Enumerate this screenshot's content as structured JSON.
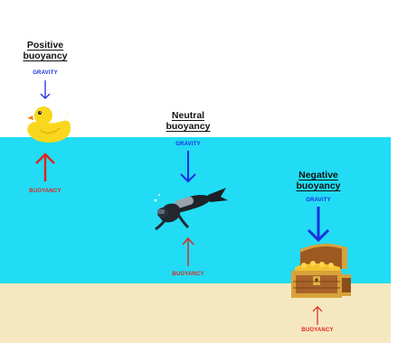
{
  "colors": {
    "water": "#21dcf4",
    "sand": "#f5e8c1",
    "gravity": "#1a2fe0",
    "buoyancy": "#e0241c"
  },
  "positive": {
    "title_line1": "Positive",
    "title_line2": "buoyancy",
    "gravity_label": "GRAVITY",
    "buoyancy_label": "BUOYANCY",
    "object_icon": "rubber-duck-icon"
  },
  "neutral": {
    "title_line1": "Neutral",
    "title_line2": "buoyancy",
    "gravity_label": "GRAVITY",
    "buoyancy_label": "BUOYANCY",
    "object_icon": "scuba-diver-icon"
  },
  "negative": {
    "title_line1": "Negative",
    "title_line2": "buoyancy",
    "gravity_label": "GRAVITY",
    "buoyancy_label": "BUOYANCY",
    "object_icon": "treasure-chest-icon"
  }
}
